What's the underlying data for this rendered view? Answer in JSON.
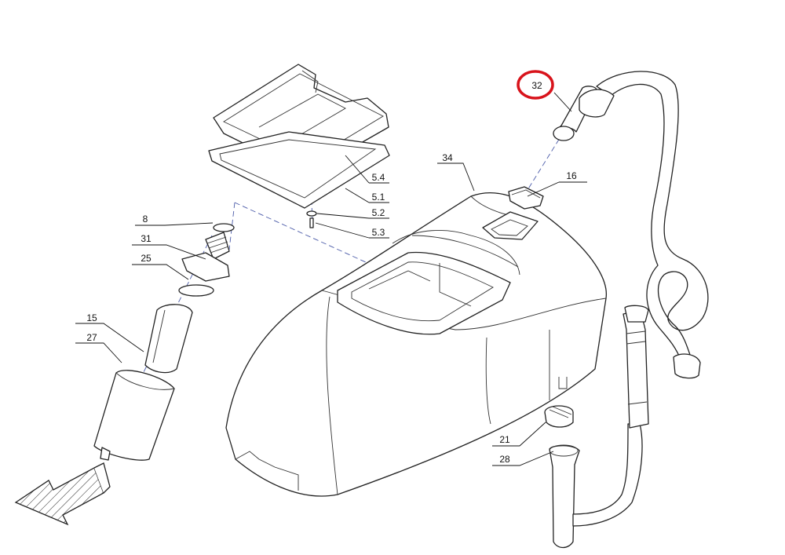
{
  "diagram": {
    "highlight_color": "#d8131b",
    "highlighted_part": "32",
    "callouts": [
      "32",
      "34",
      "16",
      "5.4",
      "5.1",
      "5.2",
      "5.3",
      "8",
      "31",
      "25",
      "15",
      "27",
      "21",
      "28"
    ]
  }
}
